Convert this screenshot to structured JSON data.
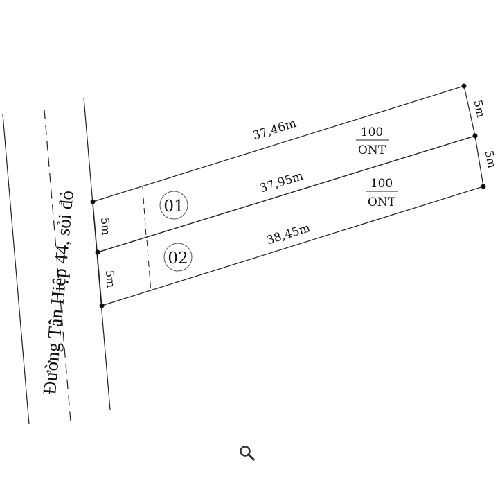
{
  "road": {
    "name": "Đường Tân Hiệp 44, sỏi đỏ"
  },
  "lots": [
    {
      "id": "01",
      "length_top": "37,46m",
      "right_width": "5m",
      "left_width": "5m",
      "area_value": "100",
      "land_use": "ONT"
    },
    {
      "id": "02",
      "length_top": "37,95m",
      "length_bottom": "38,45m",
      "right_width": "5m",
      "left_width": "5m",
      "area_value": "100",
      "land_use": "ONT"
    }
  ],
  "icons": {
    "zoom": "zoom-icon"
  }
}
